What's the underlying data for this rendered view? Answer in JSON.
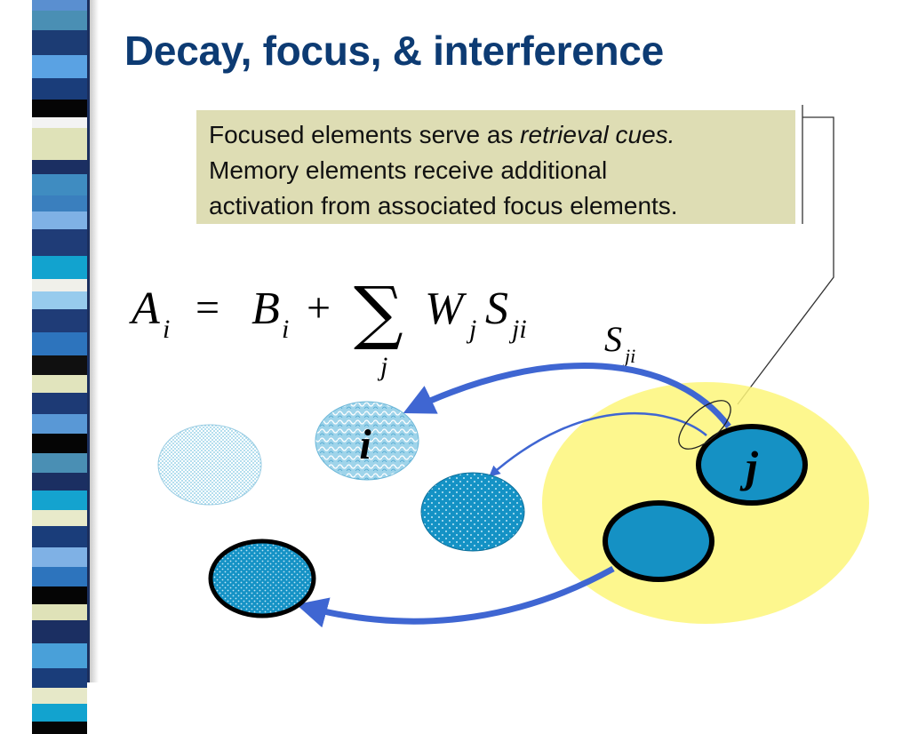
{
  "slide": {
    "title": "Decay, focus, & interference"
  },
  "callout": {
    "line1_prefix": "Focused elements serve as ",
    "line1_emphasis": "retrieval cues.",
    "line2": "Memory elements receive additional",
    "line3": "activation from associated focus elements."
  },
  "equation": {
    "A": "A",
    "A_sub": "i",
    "equals": "=",
    "B": "B",
    "B_sub": "i",
    "plus": "+",
    "sum": "∑",
    "sum_sub": "j",
    "W": "W",
    "W_sub": "j",
    "S": "S",
    "S_sub": "ji"
  },
  "diagram": {
    "s_label": "S",
    "s_label_sub": "ji",
    "node_i_label": "i",
    "node_j_label": "j"
  },
  "colors": {
    "title": "#0d3b73",
    "callout_bg": "#deddb4",
    "focus_region": "#fdf67a",
    "arrow": "#3f66d2",
    "node_fill": "#1591c4",
    "node_light_fill": "#a9d9ec"
  }
}
